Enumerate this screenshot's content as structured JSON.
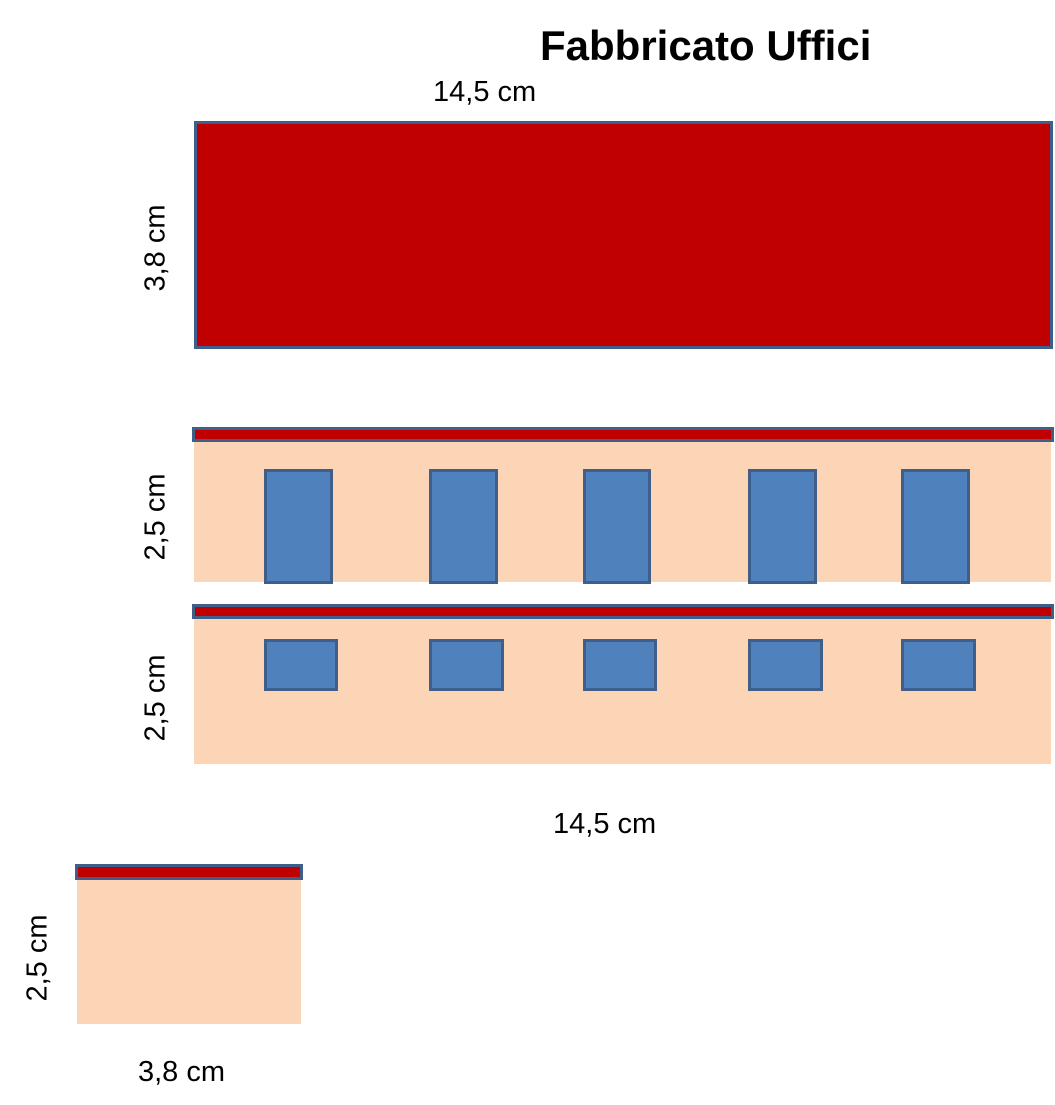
{
  "diagram": {
    "title": "Fabbricato Uffici",
    "labels": {
      "roof_width": "14,5 cm",
      "roof_height": "3,8 cm",
      "floor1_height": "2,5 cm",
      "floor2_height": "2,5 cm",
      "facade_width": "14,5 cm",
      "side_height": "2,5 cm",
      "side_width": "3,8 cm"
    },
    "colors": {
      "roof": "#c00000",
      "wall": "#fbd5b5",
      "window": "#4f81bd",
      "outline": "#3f5f8a"
    }
  }
}
